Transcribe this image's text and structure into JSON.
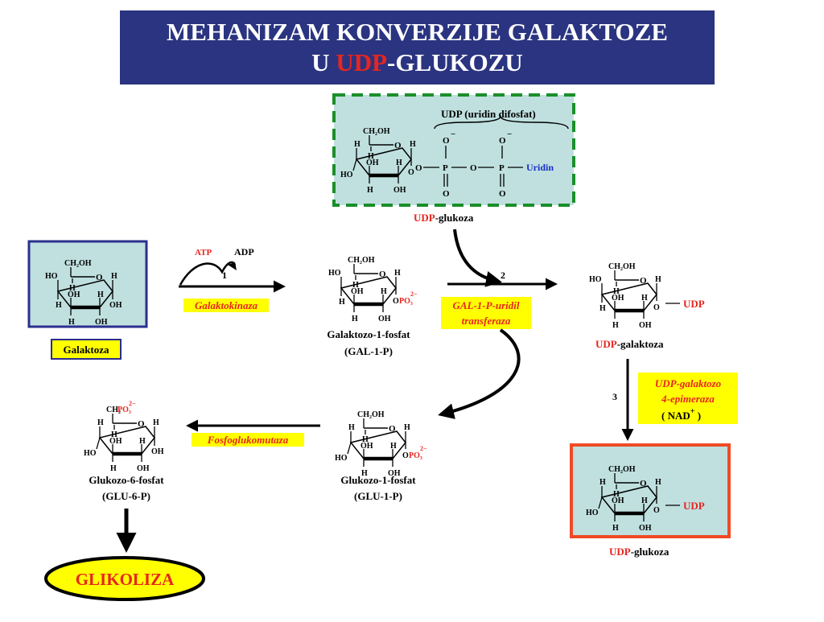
{
  "title": {
    "line1": "MEHANIZAM  KONVERZIJE  GALAKTOZE",
    "line2_prefix": "U ",
    "line2_highlight": "UDP",
    "line2_suffix": "-GLUKOZU"
  },
  "ring_labels": {
    "ch2oh": "CH₂OH",
    "ch2": "CH₂",
    "o": "O",
    "h": "H",
    "oh": "OH",
    "ho": "HO",
    "po3": "PO₃",
    "charge": "2−"
  },
  "udp_box": {
    "brace_label": "UDP (uridin difosfat)",
    "phosphorus": "P",
    "oxygen": "O",
    "minus": "−",
    "uridine": "Uridin",
    "caption_highlight": "UDP",
    "caption_suffix": "-glukoza"
  },
  "galactose": {
    "label": "Galaktoza"
  },
  "step1": {
    "atp": "ATP",
    "adp": "ADP",
    "number": "1",
    "enzyme": "Galaktokinaza"
  },
  "gal1p": {
    "name": "Galaktozo-1-fosfat",
    "abbr_open": "(GAL-1-P",
    "abbr_close": ")"
  },
  "step2": {
    "number": "2",
    "enzyme_line1": "GAL-1-P-uridil",
    "enzyme_line2": "transferaza"
  },
  "udp_galactose": {
    "udp_group": "UDP",
    "caption_highlight": "UDP",
    "caption_suffix": "-galaktoza"
  },
  "step3": {
    "number": "3",
    "enzyme_line1": "UDP-galaktozo",
    "enzyme_line2": "4-epimeraza",
    "cofactor": "( NAD",
    "cofactor_charge": "+",
    "cofactor_close": " )"
  },
  "udp_glucose": {
    "udp_group": "UDP",
    "caption_highlight": "UDP",
    "caption_suffix": "-glukoza"
  },
  "glc1p": {
    "name": "Glukozo-1-fosfat",
    "abbr_open": "(GLU-1-P",
    "abbr_close": ")"
  },
  "step4": {
    "enzyme": "Fosfoglukomutaza"
  },
  "glc6p": {
    "name": "Glukozo-6-fosfat",
    "abbr": "(GLU-6-P)"
  },
  "glycolysis": {
    "label": "GLIKOLIZA"
  },
  "colors": {
    "title_bg": "#2a3480",
    "accent_red": "#e8251f",
    "box_fill": "#bfe0df",
    "galactose_border": "#2b2f8f",
    "udp_box_border": "#1a8f2a",
    "udp_glucose_border": "#ef4b26",
    "enzyme_bg": "#ffff00",
    "uridine_blue": "#1a2fc8"
  }
}
